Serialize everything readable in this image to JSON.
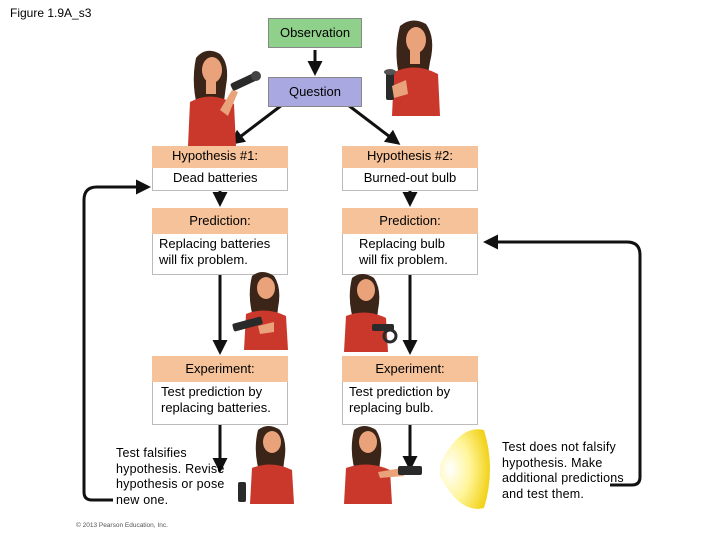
{
  "figure_label": "Figure 1.9A_s3",
  "observation": "Observation",
  "question": "Question",
  "hyp1": {
    "line1": "Hypothesis #1:",
    "line2": "Dead batteries"
  },
  "hyp2": {
    "line1": "Hypothesis #2:",
    "line2": "Burned-out bulb"
  },
  "pred1": {
    "title": "Prediction:",
    "line1": "Replacing batteries",
    "line2": "will fix problem."
  },
  "pred2": {
    "title": "Prediction:",
    "line1": "Replacing bulb",
    "line2": "will fix problem."
  },
  "exp1": {
    "title": "Experiment:",
    "line1": "Test prediction by",
    "line2": "replacing batteries."
  },
  "exp2": {
    "title": "Experiment:",
    "line1": "Test prediction by",
    "line2": "replacing bulb."
  },
  "falsify_left": [
    "Test falsifies",
    "hypothesis. Revise",
    "hypothesis or",
    "pose new one."
  ],
  "not_falsify_right": [
    "Test does not",
    "falsify hypothesis.",
    "Make additional",
    "predictions and",
    "test them."
  ],
  "copyright": "© 2013 Pearson Education, Inc.",
  "colors": {
    "observation": "#8fd18a",
    "question": "#a9a8e0",
    "hypothesis_title": "#f5c29a",
    "hair": "#3b2418",
    "skin": "#e9a27a",
    "shirt": "#c9382b",
    "flashlight": "#2a2a2a"
  },
  "icons": [
    "woman-thinking-icon",
    "woman-holding-flashlight-icon",
    "flashlight-beam-icon"
  ]
}
